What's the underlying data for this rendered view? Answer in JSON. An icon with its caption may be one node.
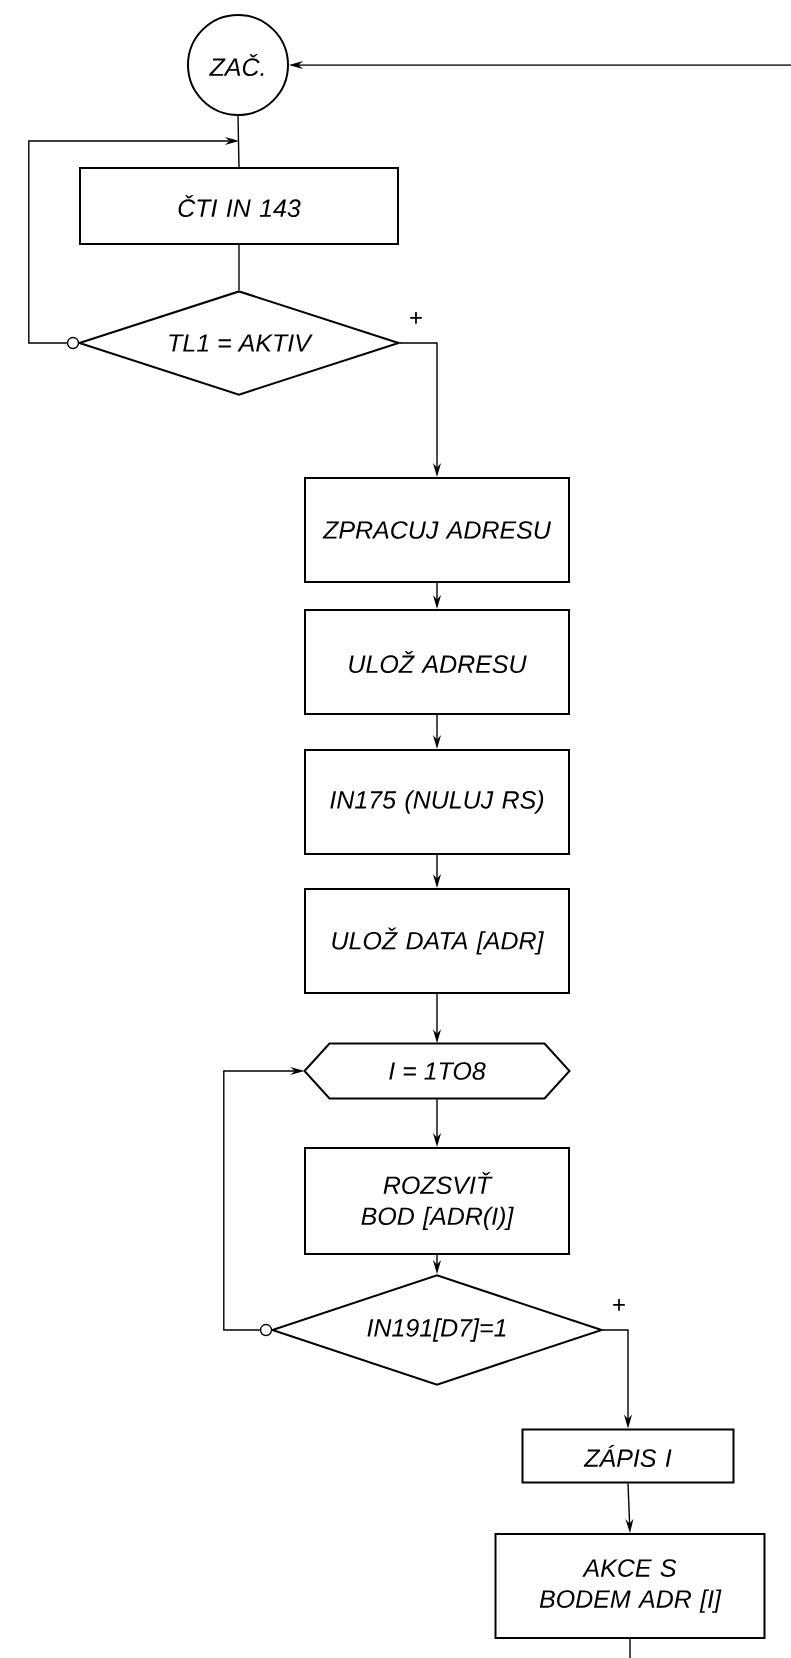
{
  "diagram": {
    "nodes": [
      {
        "text": [
          "ZAČ."
        ]
      },
      {
        "text": [
          "ČTI IN 143"
        ]
      },
      {
        "text": [
          "TL1 = AKTIV"
        ]
      },
      {
        "text": [
          "ZPRACUJ ADRESU"
        ]
      },
      {
        "text": [
          "ULOŽ ADRESU"
        ]
      },
      {
        "text": [
          "IN175 (NULUJ RS)"
        ]
      },
      {
        "text": [
          "ULOŽ DATA [ADR]"
        ]
      },
      {
        "text": [
          "I = 1TO8"
        ]
      },
      {
        "text": [
          "ROZSVIŤ BOD [ADR(I)]"
        ]
      },
      {
        "text": [
          "IN191[D7]=1"
        ]
      },
      {
        "text": [
          "ZÁPIS I"
        ]
      },
      {
        "text": [
          "AKCE S BODEM ADR [I]"
        ]
      },
      {
        "text": [],
        "shape": "circle"
      },
      {
        "text": [],
        "shape": "circle"
      }
    ],
    "edges": [
      {
        "from": 0,
        "to": 1,
        "arrow": "none"
      },
      {
        "from": 1,
        "to": 2,
        "arrow": "none"
      },
      {
        "from": 2,
        "to": 3,
        "arrow": "to",
        "label": "+"
      },
      {
        "from": 12,
        "to": 1,
        "arrow": "to"
      },
      {
        "from": 3,
        "to": 4,
        "arrow": "to"
      },
      {
        "from": 4,
        "to": 5,
        "arrow": "to"
      },
      {
        "from": 5,
        "to": 6,
        "arrow": "to"
      },
      {
        "from": 6,
        "to": 7,
        "arrow": "to"
      },
      {
        "from": 7,
        "to": 8,
        "arrow": "to"
      },
      {
        "from": 8,
        "to": 9,
        "arrow": "to"
      },
      {
        "from": 9,
        "to": 10,
        "arrow": "to",
        "label": "+"
      },
      {
        "from": 13,
        "to": 7,
        "arrow": "to"
      },
      {
        "from": 10,
        "to": 11,
        "arrow": "to"
      },
      {
        "from": 11,
        "to": null,
        "arrow": "none"
      },
      {
        "from": null,
        "to": 0,
        "arrow": "to"
      }
    ]
  }
}
